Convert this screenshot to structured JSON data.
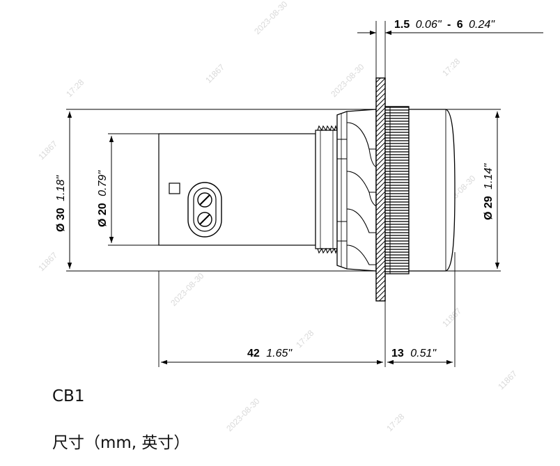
{
  "title": "CB1",
  "subtitle": "尺寸（mm, 英寸）",
  "dimensions": {
    "panel_thickness": {
      "mm_min": "1.5",
      "in_min": "0.06\"",
      "separator": "-",
      "mm_max": "6",
      "in_max": "0.24\""
    },
    "body_length": {
      "mm": "42",
      "in": "1.65\""
    },
    "bezel_depth": {
      "mm": "13",
      "in": "0.51\""
    },
    "outer_diameter": {
      "mm": "Ø 30",
      "in": "1.18\""
    },
    "body_diameter": {
      "mm": "Ø 20",
      "in": "0.79\""
    },
    "bezel_diameter": {
      "mm": "Ø 29",
      "in": "1.14\""
    }
  },
  "watermarks": [
    "11867",
    "2023-08-30",
    "17:28"
  ],
  "colors": {
    "line": "#000000",
    "watermark": "#d9d9d9"
  }
}
